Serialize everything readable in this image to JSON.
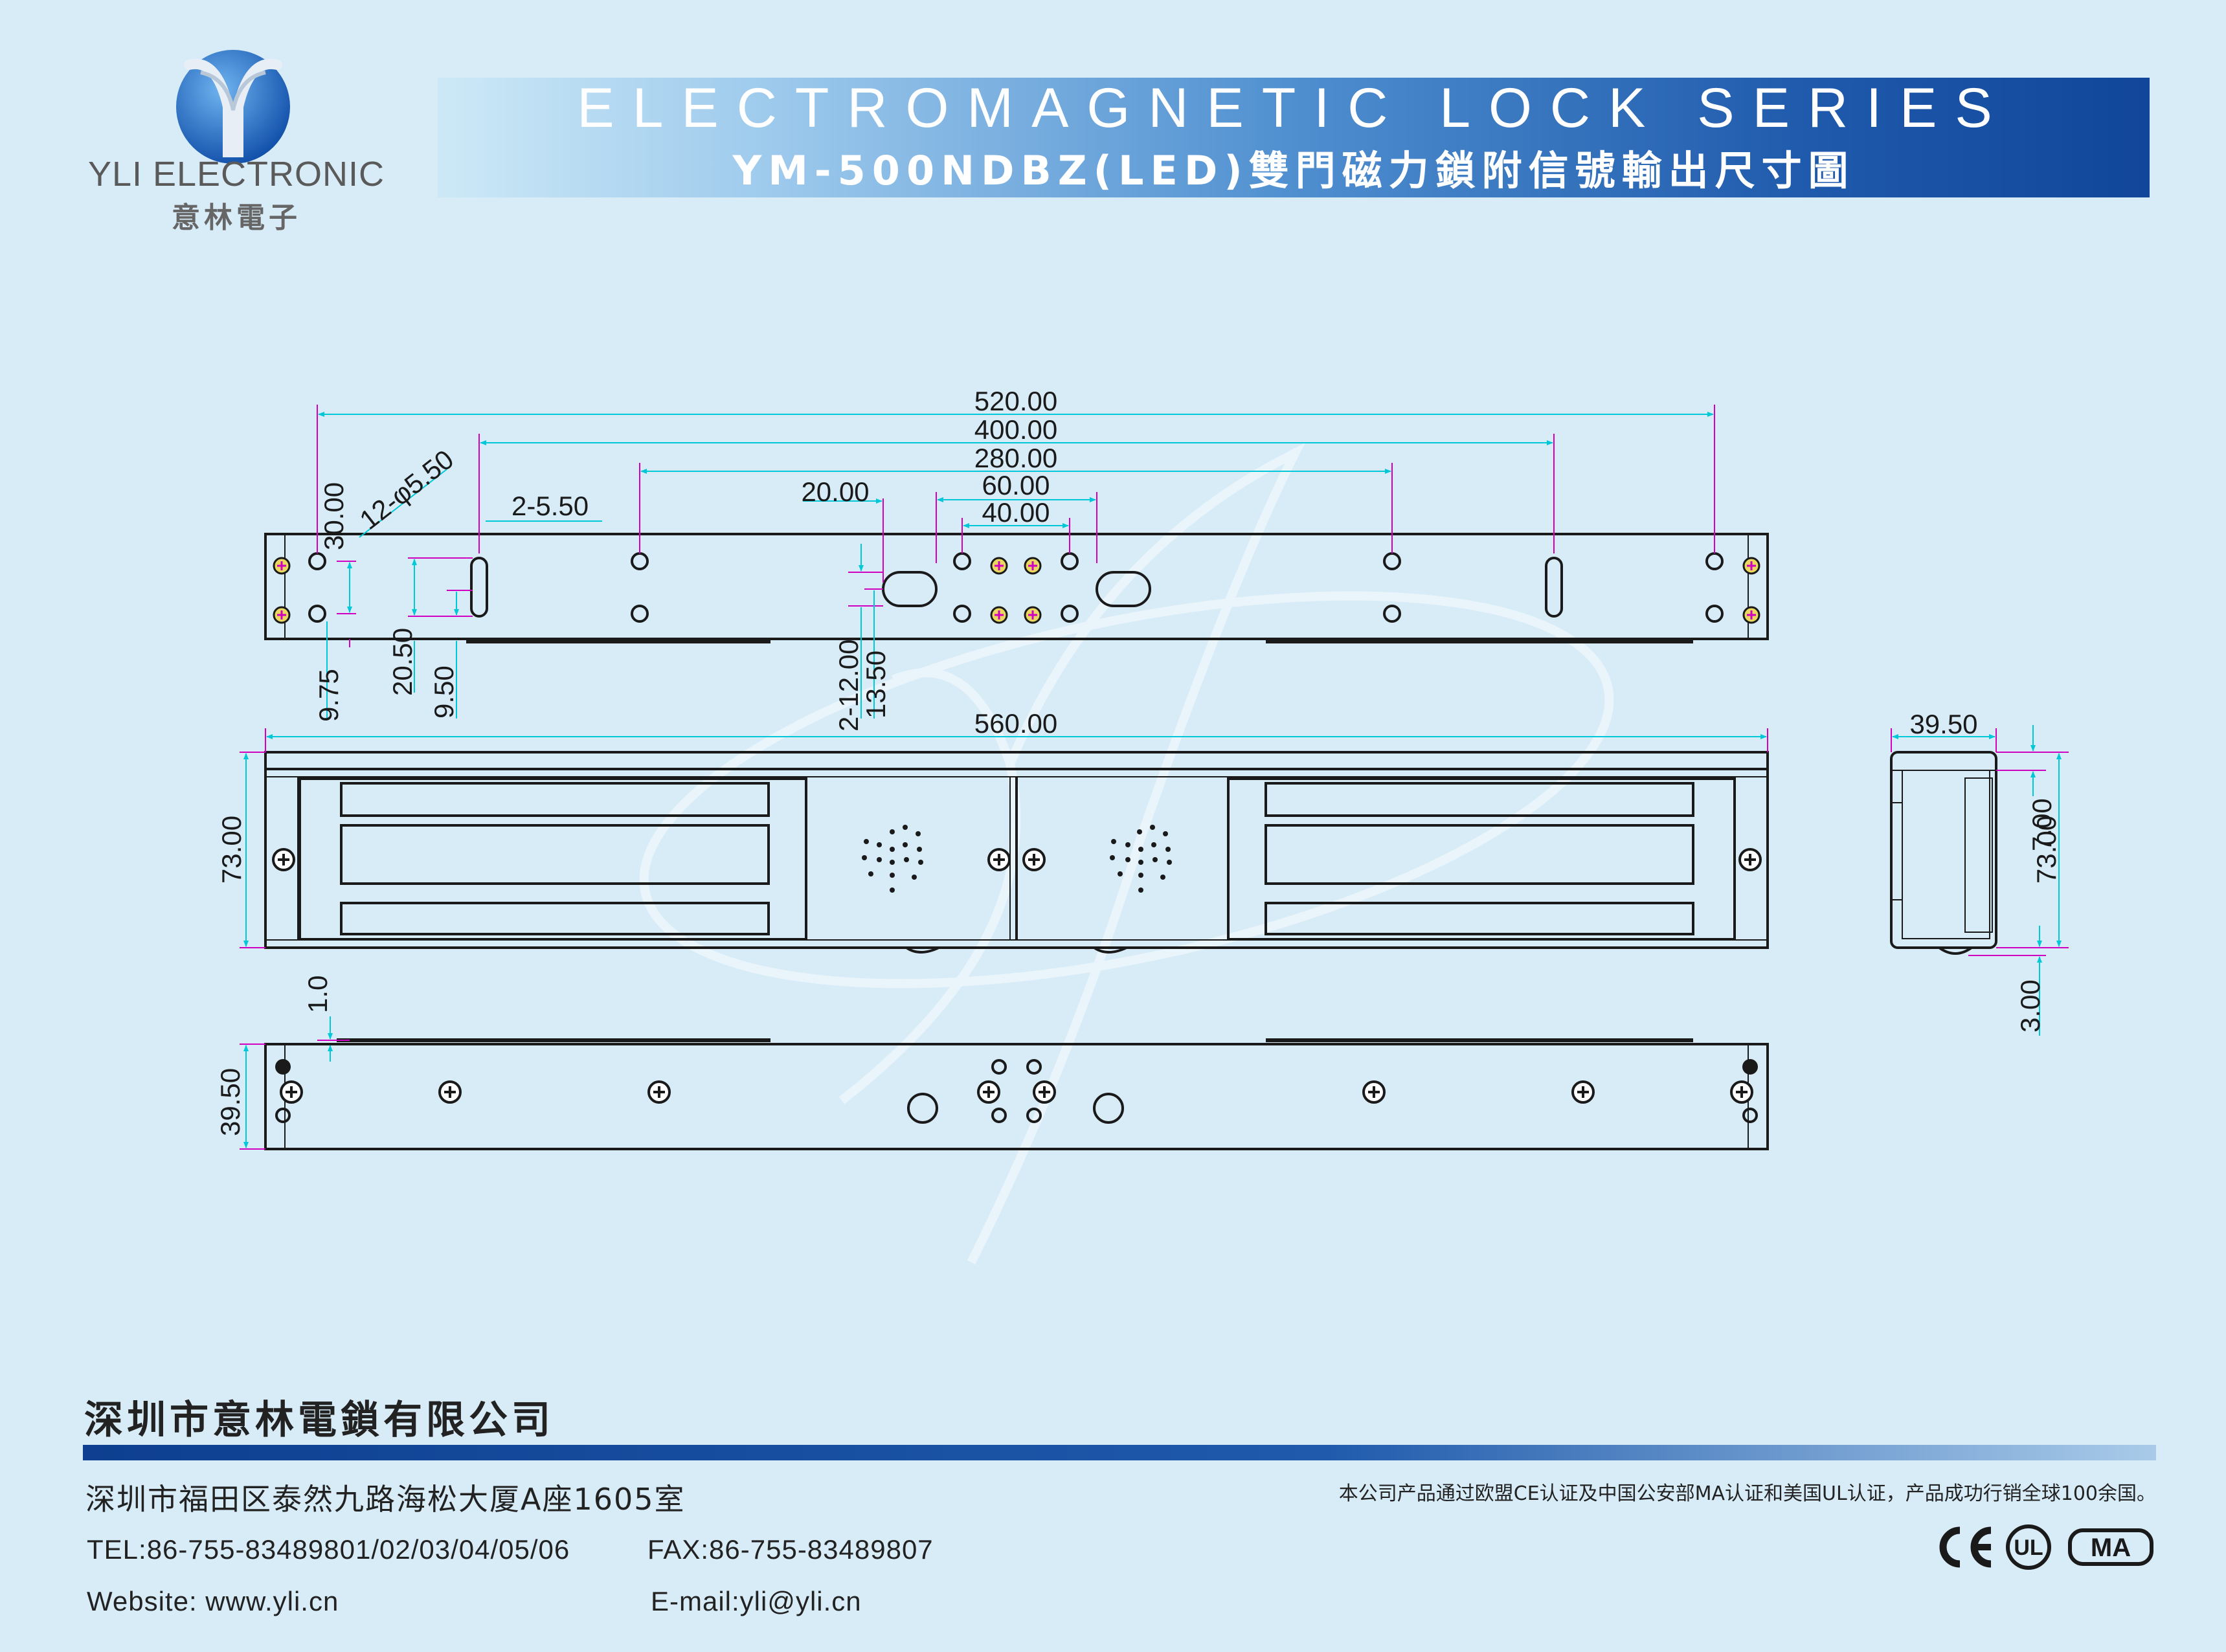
{
  "brand": {
    "name_en": "YLI ELECTRONIC",
    "name_cn": "意林電子"
  },
  "header": {
    "title": "ELECTROMAGNETIC LOCK SERIES",
    "subtitle": "YM-500NDBZ(LED)雙門磁力鎖附信號輸出尺寸圖"
  },
  "dimensions": {
    "d520": "520.00",
    "d400": "400.00",
    "d280": "280.00",
    "d20": "20.00",
    "d60": "60.00",
    "d40": "40.00",
    "d30": "30.00",
    "holes12": "12-φ5.50",
    "slots2": "2-5.50",
    "d975": "9.75",
    "d2050": "20.50",
    "d950": "9.50",
    "d2x12": "2-12.00",
    "d1350": "13.50",
    "d560": "560.00",
    "d73": "73.00",
    "d10": "1.0",
    "d3950": "39.50",
    "side_width": "39.50",
    "side_7": "7.00",
    "side_73": "73.00",
    "side_3": "3.00"
  },
  "footer": {
    "company": "深圳市意林電鎖有限公司",
    "address": "深圳市福田区泰然九路海松大厦A座1605室",
    "tel": "TEL:86-755-83489801/02/03/04/05/06",
    "fax": "FAX:86-755-83489807",
    "website": "Website: www.yli.cn",
    "email": "E-mail:yli@yli.cn",
    "certification": "本公司产品通过欧盟CE认证及中国公安部MA认证和美国UL认证，产品成功行销全球100余国。",
    "cert_marks": [
      "CE",
      "UL",
      "MA"
    ]
  },
  "colors": {
    "background": "#d8ecf8",
    "banner_dark": "#11469a",
    "dimension_line": "#00c8d8",
    "extension_line": "#d000c0",
    "outline": "#1a1a1a"
  }
}
